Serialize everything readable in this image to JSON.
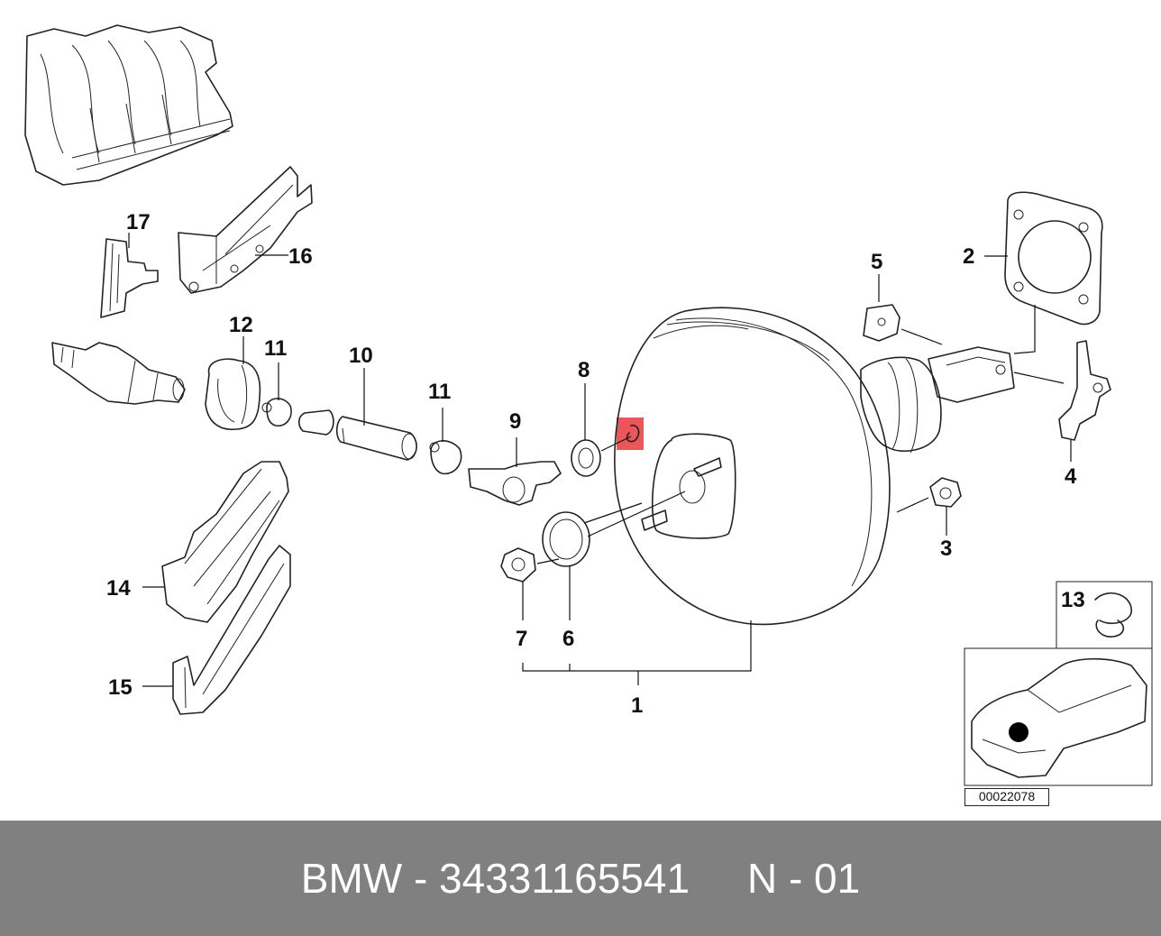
{
  "diagram": {
    "callouts": {
      "c1": "1",
      "c2": "2",
      "c3": "3",
      "c4": "4",
      "c5": "5",
      "c6": "6",
      "c7": "7",
      "c8": "8",
      "c9": "9",
      "c10": "10",
      "c11a": "11",
      "c11b": "11",
      "c12": "12",
      "c13": "13",
      "c14": "14",
      "c15": "15",
      "c16": "16",
      "c17": "17"
    },
    "reference_code": "00022078",
    "highlight_color": "#e8383d"
  },
  "footer": {
    "text": "BMW - 34331165541     N - 01"
  }
}
